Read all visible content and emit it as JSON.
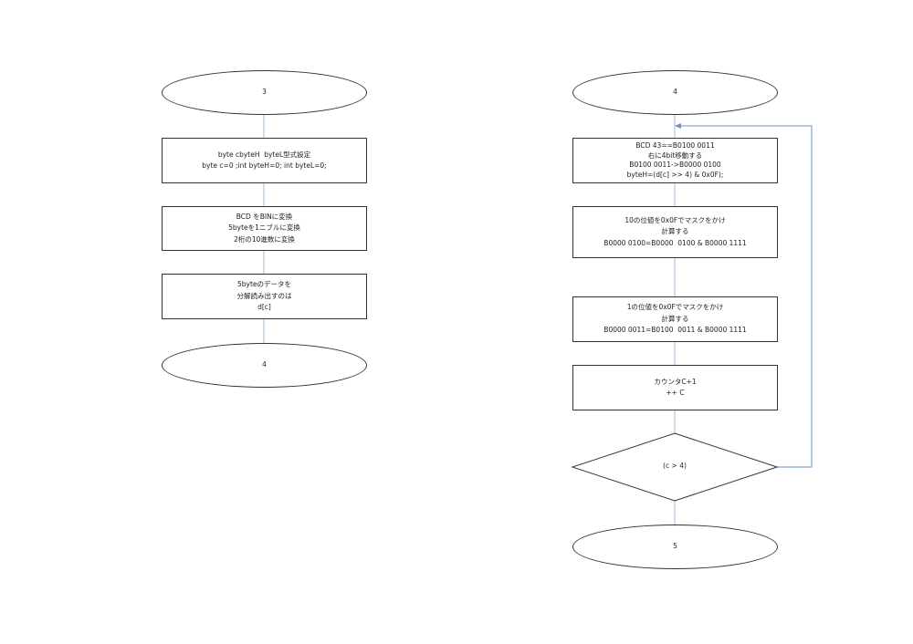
{
  "left_flow": {
    "start": "3",
    "box1": [
      "byte cbyteH  byteL型式設定",
      "byte c=0 ;int byteH=0; int byteL=0;"
    ],
    "box2": [
      "BCD をBINに変換",
      "5byteを1ニブルに変換",
      "2桁の10進数に変換"
    ],
    "box3": [
      "5byteのデータを",
      "分解読み出すのは",
      "d[c]"
    ],
    "end": "4"
  },
  "right_flow": {
    "start": "4",
    "box1": [
      "BCD 43==B0100 0011",
      "右に4bit移動する",
      "B0100 0011->B0000 0100",
      "byteH=(d[c] >> 4) & 0x0F);"
    ],
    "box2": [
      "10の位値を0x0Fでマスクをかけ",
      "計算する",
      "B0000 0100=B0000  0100 & B0000 1111"
    ],
    "box3": [
      "1の位値を0x0Fでマスクをかけ",
      "計算する",
      "B0000 0011=B0100  0011 & B0000 1111"
    ],
    "box4": [
      "カウンタC+1",
      "++ C"
    ],
    "decision": "(c > 4)",
    "end": "5"
  },
  "colors": {
    "connector": "#9fb8d6",
    "loop_arrow": "#6f93c0",
    "border": "#333333"
  }
}
